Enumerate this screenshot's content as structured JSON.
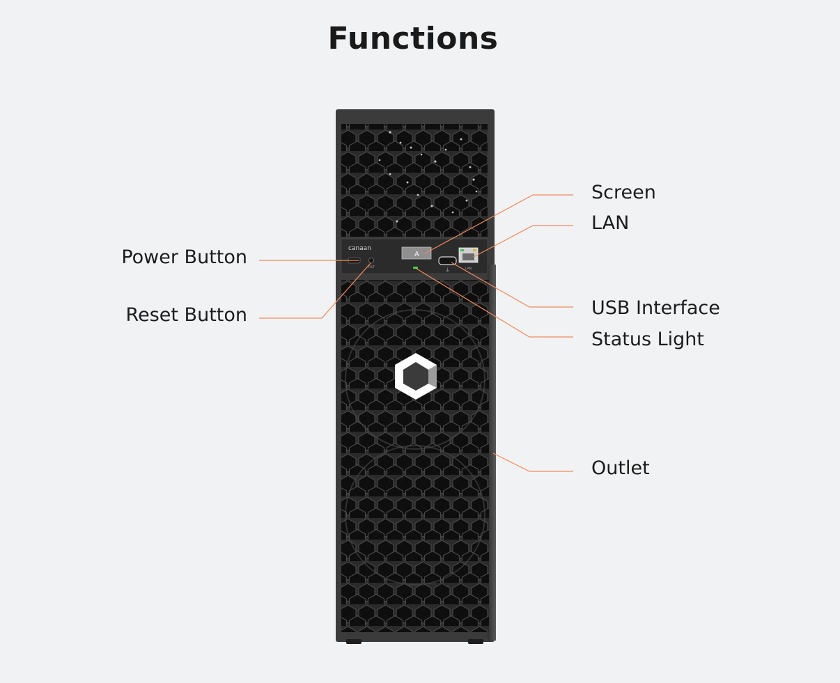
{
  "title": "Functions",
  "device": {
    "brand": "canaan",
    "screen_glyph": "A",
    "reset_marking": "RST",
    "lan_marking": "LAN"
  },
  "labels": {
    "power_button": "Power Button",
    "reset_button": "Reset Button",
    "screen": "Screen",
    "lan": "LAN",
    "usb_interface": "USB Interface",
    "status_light": "Status Light",
    "outlet": "Outlet"
  },
  "colors": {
    "background": "#f1f2f4",
    "callout_line": "#f08a5d",
    "chassis": "#3a3a3a",
    "status_led": "#4cd34c"
  }
}
